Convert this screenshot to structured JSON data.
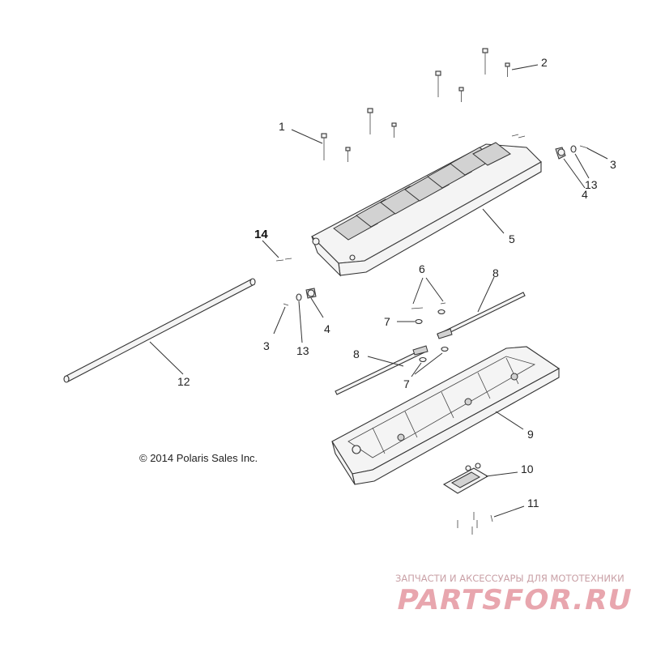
{
  "copyright": "© 2014 Polaris Sales Inc.",
  "callouts": [
    {
      "id": "c1",
      "text": "1"
    },
    {
      "id": "c2",
      "text": "2"
    },
    {
      "id": "c3a",
      "text": "3"
    },
    {
      "id": "c4a",
      "text": "4"
    },
    {
      "id": "c13a",
      "text": "13"
    },
    {
      "id": "c5",
      "text": "5"
    },
    {
      "id": "c14",
      "text": "14"
    },
    {
      "id": "c6",
      "text": "6"
    },
    {
      "id": "c8a",
      "text": "8"
    },
    {
      "id": "c7a",
      "text": "7"
    },
    {
      "id": "c3b",
      "text": "3"
    },
    {
      "id": "c13b",
      "text": "13"
    },
    {
      "id": "c4b",
      "text": "4"
    },
    {
      "id": "c8b",
      "text": "8"
    },
    {
      "id": "c7b",
      "text": "7"
    },
    {
      "id": "c12",
      "text": "12"
    },
    {
      "id": "c9",
      "text": "9"
    },
    {
      "id": "c10",
      "text": "10"
    },
    {
      "id": "c11",
      "text": "11"
    }
  ],
  "watermark": {
    "tagline": "ЗАПЧАСТИ И АКСЕССУАРЫ ДЛЯ МОТОТЕХНИКИ",
    "logo_text": "PARTSFOR.RU",
    "color": "#e8a6ae"
  }
}
